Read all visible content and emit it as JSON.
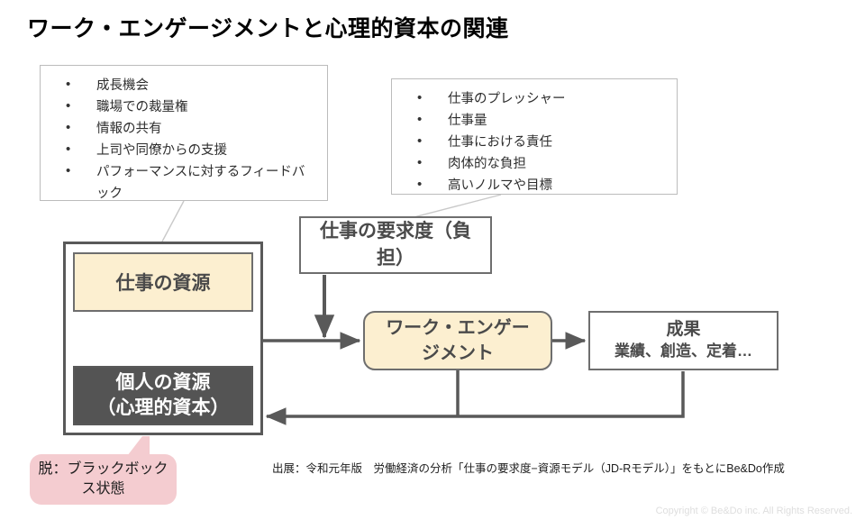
{
  "slide": {
    "title": "ワーク・エンゲージメントと心理的資本の関連"
  },
  "bullet_boxes": {
    "job_resources": {
      "name": "job-resources-list",
      "items": [
        "成長機会",
        "職場での裁量権",
        "情報の共有",
        "上司や同僚からの支援",
        "パフォーマンスに対するフィードバック"
      ]
    },
    "job_demands": {
      "name": "job-demands-list",
      "items": [
        "仕事のプレッシャー",
        "仕事量",
        "仕事における責任",
        "肉体的な負担",
        "高いノルマや目標"
      ]
    }
  },
  "diagram": {
    "job_resources_box": "仕事の資源",
    "personal_resources_box": "個人の資源\n（心理的資本）",
    "personal_resources_line1": "個人の資源",
    "personal_resources_line2": "（心理的資本）",
    "job_demands_box_line1": "仕事の要求度（負",
    "job_demands_box_line2": "担）",
    "work_engagement_line1": "ワーク・エンゲー",
    "work_engagement_line2": "ジメント",
    "outcomes_title": "成果",
    "outcomes_sub": "業績、創造、定着…"
  },
  "callout": {
    "line1": "脱：ブラックボック",
    "line2": "ス状態"
  },
  "footer": {
    "source": "出展：令和元年版　労働経済の分析「仕事の要求度−資源モデル（JD-Rモデル）」をもとにBe&Do作成",
    "copyright": "Copyright © Be&Do inc. All Rights Reserved."
  },
  "colors": {
    "cream_fill": "#FCEFD0",
    "dark_fill": "#545454",
    "pink_fill": "#F4CCD0",
    "line_gray": "#595959",
    "text_gray": "#4A4A4A",
    "box_border": "#6E6E6E",
    "bullet_border": "#BCBCBC",
    "copyright_gray": "#DEDEDE"
  }
}
